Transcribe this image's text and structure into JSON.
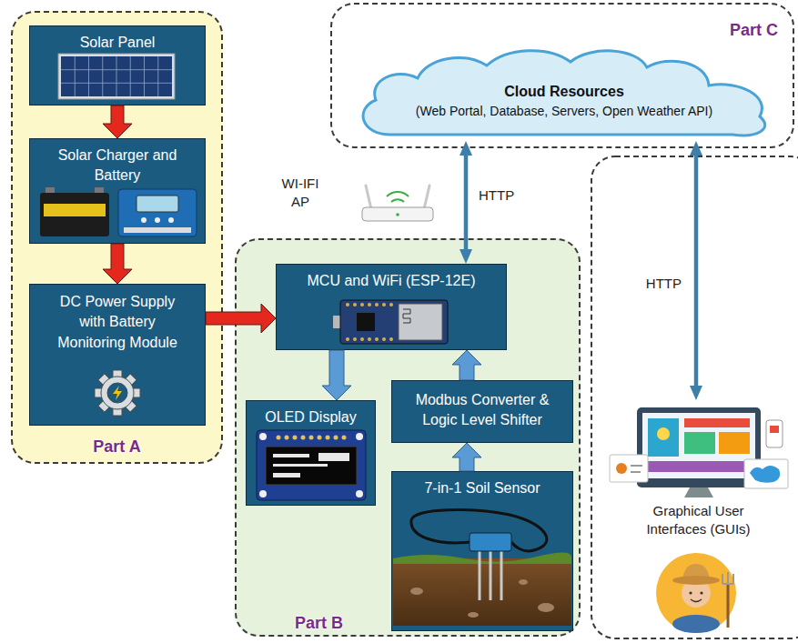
{
  "diagram": {
    "nodes": [
      {
        "text": [
          "Part A"
        ]
      },
      {
        "text": [
          "Solar Panel"
        ],
        "in": 0
      },
      {
        "text": [
          "Solar Charger and Battery"
        ],
        "in": 0
      },
      {
        "text": [
          "DC Power Supply with Battery Monitoring Module"
        ],
        "in": 0
      },
      {
        "text": [
          "Part C"
        ]
      },
      {
        "text": [
          "Cloud Resources",
          "(Web Portal, Database, Servers, Open Weather API)"
        ],
        "in": 4
      },
      {
        "text": [
          "Part B"
        ]
      },
      {
        "text": [
          "MCU and WiFi (ESP-12E)"
        ],
        "in": 6
      },
      {
        "text": [
          "OLED Display"
        ],
        "in": 6
      },
      {
        "text": [
          "Modbus Converter & Logic Level Shifter"
        ],
        "in": 6
      },
      {
        "text": [
          "7-in-1 Soil Sensor"
        ],
        "in": 6
      },
      {
        "text": [
          "Graphical User Interfaces (GUIs)"
        ]
      }
    ],
    "edges": [
      {
        "from": 1,
        "to": 2,
        "arrow": "to"
      },
      {
        "from": 2,
        "to": 3,
        "arrow": "to"
      },
      {
        "from": 3,
        "to": 7,
        "arrow": "to"
      },
      {
        "from": 7,
        "to": 8,
        "arrow": "to"
      },
      {
        "from": 10,
        "to": 9,
        "arrow": "to"
      },
      {
        "from": 9,
        "to": 7,
        "arrow": "to"
      },
      {
        "from": 7,
        "to": 5,
        "label": "HTTP",
        "arrow": "both"
      },
      {
        "from": 5,
        "to": 11,
        "label": "HTTP",
        "arrow": "both"
      }
    ],
    "labels": [
      "WI-IFI AP"
    ]
  }
}
